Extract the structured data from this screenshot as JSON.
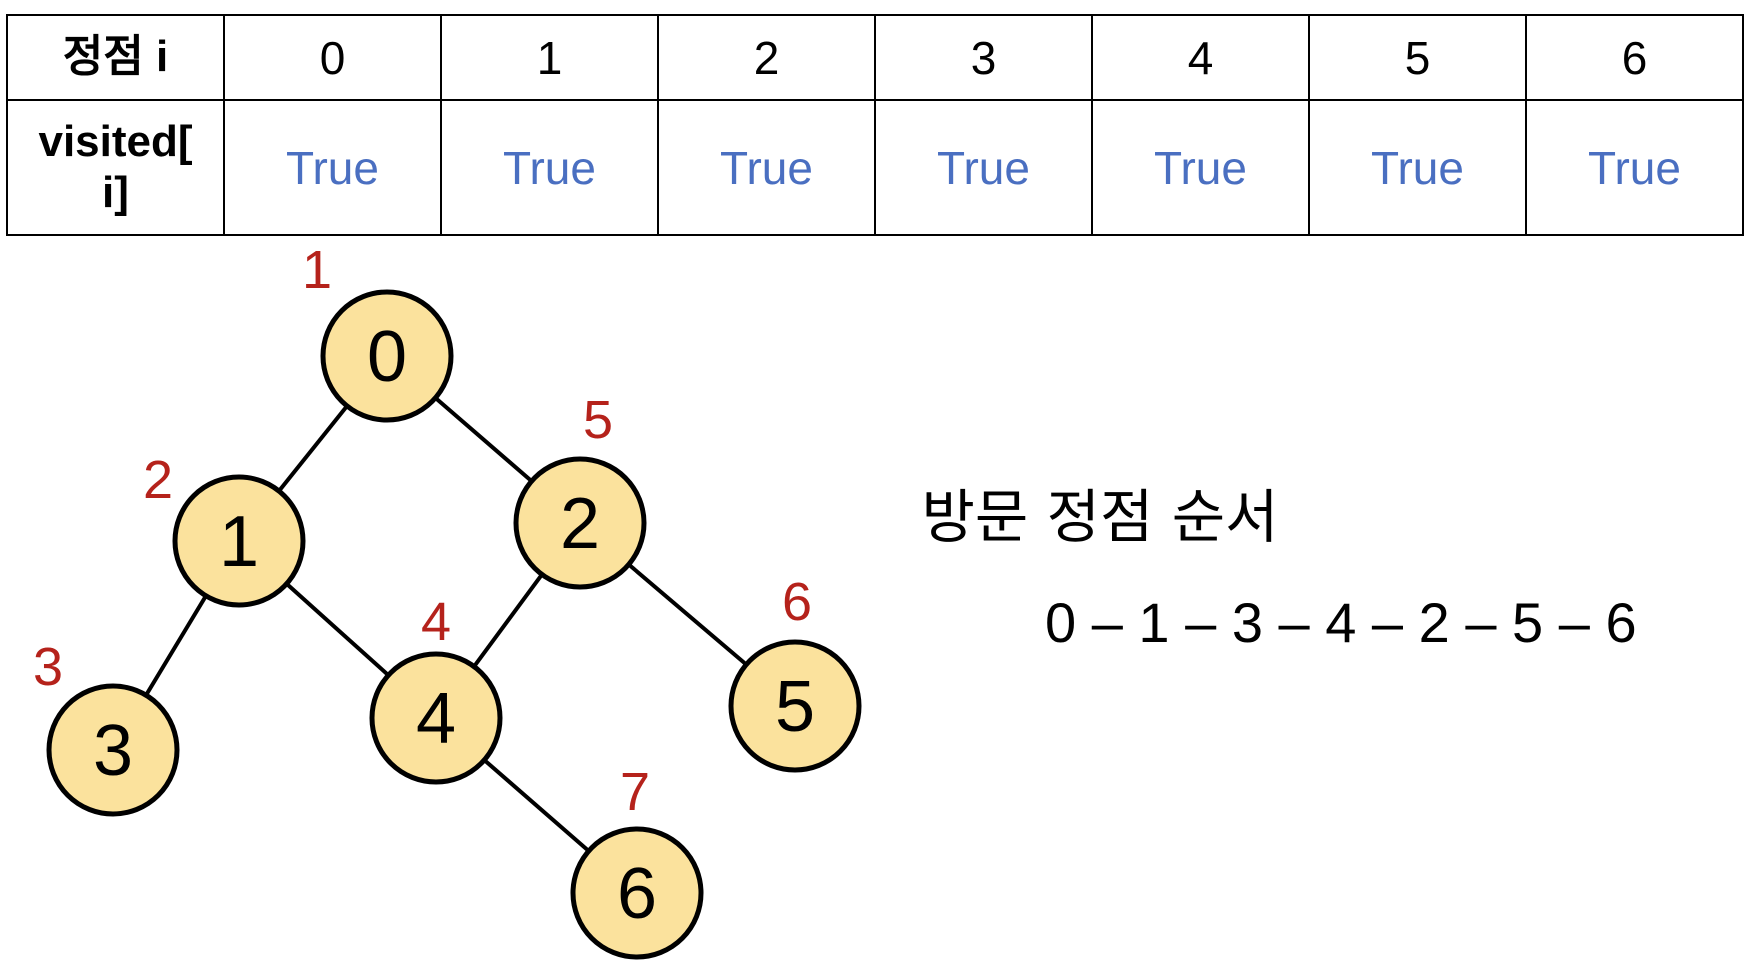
{
  "table": {
    "header_row_label": "정점 i",
    "value_row_label": "visited[ i]",
    "indices": [
      "0",
      "1",
      "2",
      "3",
      "4",
      "5",
      "6"
    ],
    "values": [
      "True",
      "True",
      "True",
      "True",
      "True",
      "True",
      "True"
    ],
    "value_color": "#4a6fc1"
  },
  "graph": {
    "node_fill": "#fbe29d",
    "node_stroke": "#000000",
    "order_label_color": "#b5221b",
    "nodes": [
      {
        "id": "0",
        "visit_order": "1"
      },
      {
        "id": "1",
        "visit_order": "2"
      },
      {
        "id": "2",
        "visit_order": "5"
      },
      {
        "id": "3",
        "visit_order": "3"
      },
      {
        "id": "4",
        "visit_order": "4"
      },
      {
        "id": "5",
        "visit_order": "6"
      },
      {
        "id": "6",
        "visit_order": "7"
      }
    ],
    "edges": [
      [
        "0",
        "1"
      ],
      [
        "0",
        "2"
      ],
      [
        "1",
        "3"
      ],
      [
        "1",
        "4"
      ],
      [
        "2",
        "4"
      ],
      [
        "2",
        "5"
      ],
      [
        "4",
        "6"
      ]
    ]
  },
  "visit_order": {
    "title": "방문 정점 순서",
    "sequence": "0 – 1 – 3 – 4 – 2 – 5 – 6"
  }
}
